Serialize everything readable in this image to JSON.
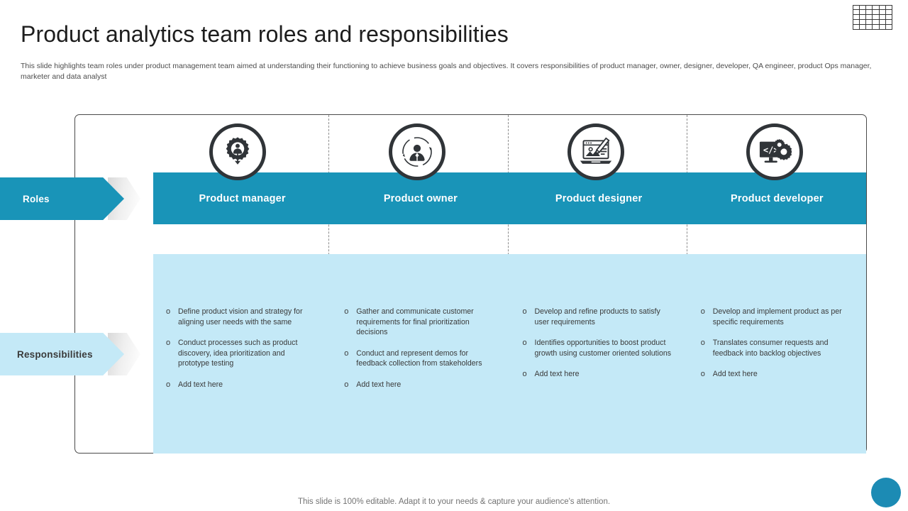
{
  "header": {
    "title": "Product analytics team roles and responsibilities",
    "subtitle": "This slide highlights team roles under product management team aimed at understanding their functioning to achieve business goals and objectives. It covers responsibilities of product manager, owner, designer, developer, QA engineer, product Ops manager, marketer and data analyst",
    "grid_icon": "grid-icon"
  },
  "tags": {
    "roles": "Roles",
    "responsibilities": "Responsibilities"
  },
  "colors": {
    "accent_teal": "#1994b8",
    "light_blue": "#c4e9f7",
    "icon_dark": "#303438",
    "text_dark": "#3a3a3a"
  },
  "columns": [
    {
      "icon": "person-in-gear-icon",
      "role": "Product manager",
      "bullets": [
        "Define product vision and strategy for aligning user needs with the same",
        "Conduct processes such as product discovery, idea prioritization and prototype testing",
        "Add text here"
      ]
    },
    {
      "icon": "businessperson-in-cycle-icon",
      "role": "Product owner",
      "bullets": [
        "Gather and communicate customer requirements for final prioritization decisions",
        "Conduct and represent demos for feedback collection from stakeholders",
        "Add text here"
      ]
    },
    {
      "icon": "laptop-design-pen-icon",
      "role": "Product designer",
      "bullets": [
        "Develop and refine products to satisfy user requirements",
        "Identifies opportunities to boost product growth using customer oriented solutions",
        "Add text here"
      ]
    },
    {
      "icon": "monitor-code-gears-icon",
      "role": "Product developer",
      "bullets": [
        "Develop and implement product as per specific requirements",
        "Translates consumer requests and feedback into backlog objectives",
        "Add text here"
      ]
    }
  ],
  "bullet_marker": "o",
  "footer": {
    "note": "This slide is 100% editable. Adapt it to your needs & capture your audience's attention."
  }
}
